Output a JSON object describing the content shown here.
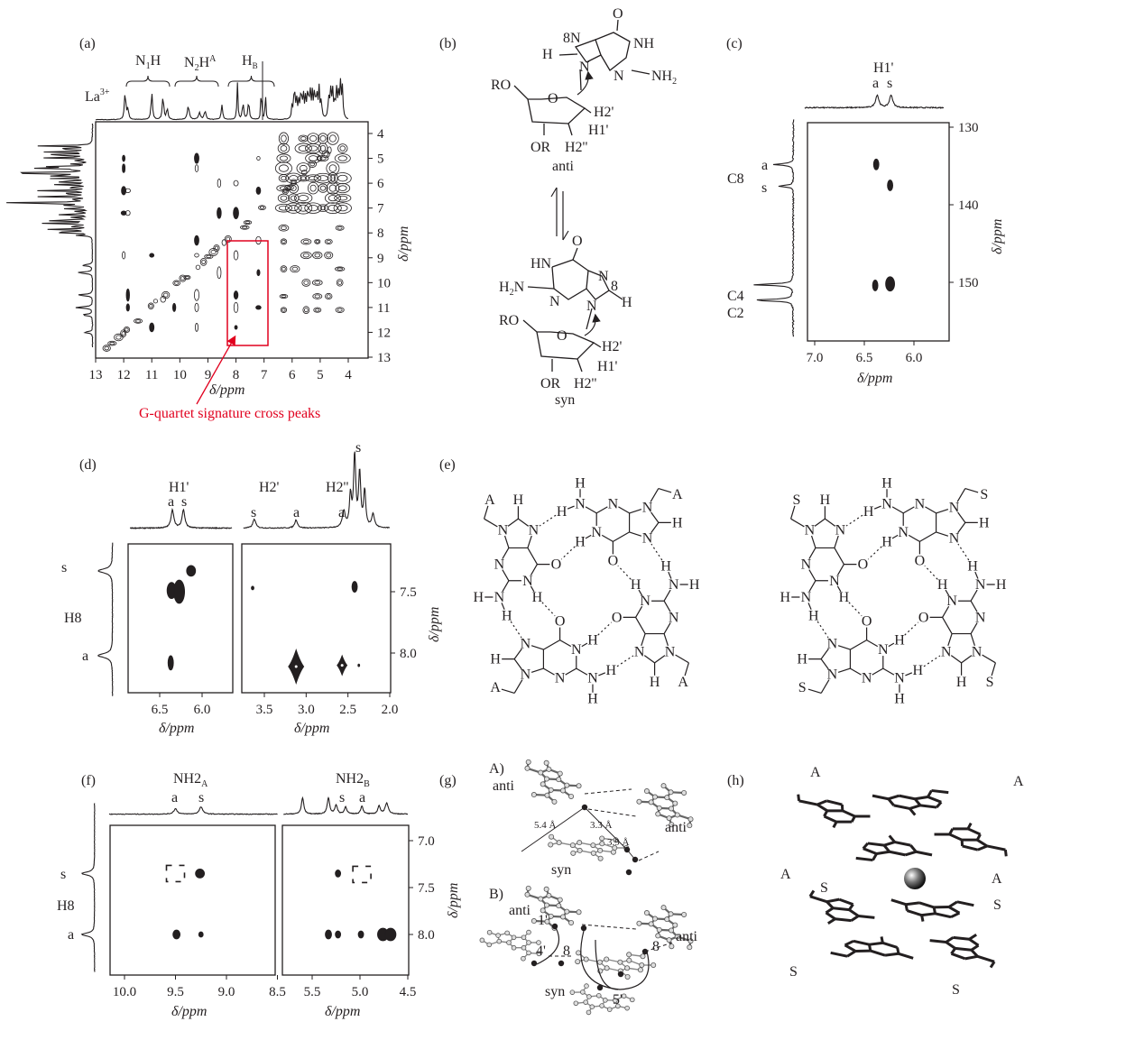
{
  "panels": {
    "a": {
      "tag": "(a)",
      "sample_label": {
        "main": "La",
        "sup": "3+"
      },
      "groups": [
        {
          "main": "N",
          "sub": "1",
          "tail": "H",
          "sup": ""
        },
        {
          "main": "N",
          "sub": "2",
          "tail": "H",
          "sup": "A"
        },
        {
          "main": "H",
          "sub": "B",
          "tail": "",
          "sup": ""
        }
      ],
      "x_ticks": [
        "13",
        "12",
        "11",
        "10",
        "9",
        "8",
        "7",
        "6",
        "5",
        "4"
      ],
      "y_ticks": [
        "4",
        "5",
        "6",
        "7",
        "8",
        "9",
        "10",
        "11",
        "12",
        "13"
      ],
      "xlabel": "δ/ppm",
      "ylabel": "δ/ppm",
      "annotation": "G-quartet signature cross peaks",
      "annotation_color": "#e1001e"
    },
    "b": {
      "tag": "(b)",
      "anti": {
        "O": "O",
        "N8": "8N",
        "NH": "NH",
        "H": "H",
        "N9": "N",
        "N3": "N",
        "NH2": {
          "main": "NH",
          "sub": "2"
        },
        "RO": "RO",
        "ring_O": "O",
        "H2p": "H2'",
        "H1p": "H1'",
        "OR": "OR",
        "H2pp": "H2''",
        "label": "anti"
      },
      "syn": {
        "O": "O",
        "HN": "HN",
        "N8": "N",
        "eight": "8",
        "H2N": {
          "main": "H",
          "sub": "2",
          "tail": "N"
        },
        "N3": "N",
        "N9": "N",
        "H": "H",
        "RO": "RO",
        "ring_O": "O",
        "H2p": "H2'",
        "H1p": "H1'",
        "OR": "OR",
        "H2pp": "H2''",
        "label": "syn"
      }
    },
    "c": {
      "tag": "(c)",
      "top_label": "H1'",
      "top_peaks": [
        "a",
        "s"
      ],
      "left_labels": {
        "a": "a",
        "s": "s",
        "C8": "C8",
        "C4": "C4",
        "C2": "C2"
      },
      "x_ticks": [
        "7.0",
        "6.5",
        "6.0"
      ],
      "y_ticks": [
        "130",
        "140",
        "150"
      ],
      "xlabel": "δ/ppm",
      "ylabel": "δ/ppm"
    },
    "d": {
      "tag": "(d)",
      "top_labels": {
        "H1": "H1'",
        "H2": "H2'",
        "H2pp": "H2''"
      },
      "top_peaks": {
        "h1_a": "a",
        "h1_s": "s",
        "h2_s": "s",
        "h2_a": "a",
        "h2pp_a": "a",
        "h2pp_s": "s"
      },
      "left_labels": {
        "s": "s",
        "H8": "H8",
        "a": "a"
      },
      "x_ticks_left": [
        "6.5",
        "6.0"
      ],
      "x_ticks_right": [
        "3.5",
        "3.0",
        "2.5",
        "2.0"
      ],
      "y_ticks": [
        "7.5",
        "8.0"
      ],
      "xlabel": "δ/ppm",
      "ylabel": "δ/ppm"
    },
    "e": {
      "tag": "(e)",
      "atoms": {
        "N": "N",
        "H": "H",
        "O": "O"
      },
      "left_quartet_sugar": "A",
      "right_quartet_sugar": "S"
    },
    "f": {
      "tag": "(f)",
      "top_labels": {
        "A": {
          "main": "NH2",
          "sub": "A"
        },
        "B": {
          "main": "NH2",
          "sub": "B"
        }
      },
      "top_peaks": {
        "a1": "a",
        "s1": "s",
        "s2": "s",
        "a2": "a"
      },
      "left_labels": {
        "s": "s",
        "H8": "H8",
        "a": "a"
      },
      "x_ticks_left": [
        "10.0",
        "9.5",
        "9.0",
        "8.5"
      ],
      "x_ticks_right": [
        "5.5",
        "5.0",
        "4.5"
      ],
      "y_ticks": [
        "7.0",
        "7.5",
        "8.0"
      ],
      "xlabel": "δ/ppm",
      "ylabel": "δ/ppm"
    },
    "g": {
      "tag": "(g)",
      "A": {
        "label": "A)",
        "anti1": "anti",
        "anti2": "anti",
        "syn": "syn",
        "d1": "5.4 Å",
        "d2": "3.3 Å",
        "d3": "3.9 Å"
      },
      "B": {
        "label": "B)",
        "anti1": "anti",
        "anti2": "anti",
        "syn": "syn",
        "n1": "1'",
        "n4": "4'",
        "n8a": "8",
        "n8b": "8",
        "n5": "5'"
      }
    },
    "h": {
      "tag": "(h)",
      "labels": [
        "A",
        "A",
        "A",
        "A",
        "S",
        "S",
        "S",
        "S"
      ]
    }
  }
}
